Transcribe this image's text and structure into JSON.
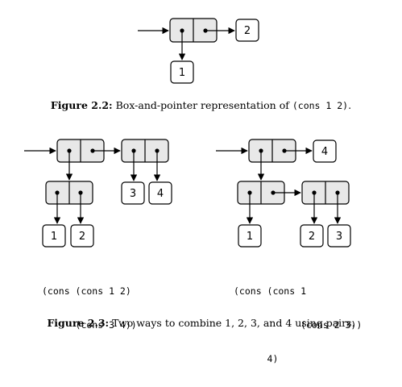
{
  "figure_2_2": {
    "atoms": [
      "1",
      "2"
    ],
    "caption_label": "Figure 2.2:",
    "caption_text": "Box-and-pointer representation of",
    "caption_code": "(cons 1 2)",
    "caption_end": "."
  },
  "figure_2_3": {
    "left": {
      "atoms": [
        "1",
        "2",
        "3",
        "4"
      ],
      "code_line1": "(cons (cons 1 2)",
      "code_line2": "      (cons 3 4))"
    },
    "right": {
      "atoms": [
        "4",
        "1",
        "2",
        "3"
      ],
      "code_line1": "(cons (cons 1",
      "code_line2": "            (cons 2 3))",
      "code_line3": "      4)"
    },
    "caption_label": "Figure 2.3:",
    "caption_text": "Two ways to combine 1, 2, 3, and 4 using pairs."
  }
}
